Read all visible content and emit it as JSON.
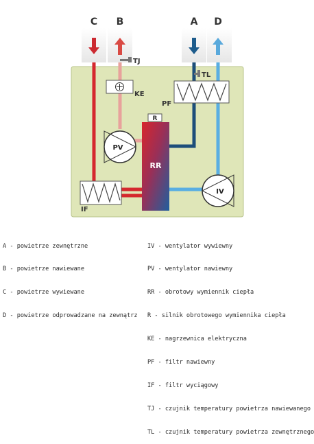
{
  "labels": {
    "columns": {
      "c": "C",
      "b": "B",
      "a": "A",
      "d": "D"
    },
    "tj": "TJ",
    "tl": "TL",
    "ke": "KE",
    "pf": "PF",
    "r": "R",
    "pv": "PV",
    "rr": "RR",
    "iv": "IV",
    "if": "IF"
  },
  "legend_left": [
    "A - powietrze zewnętrzne",
    "B - powietrze nawiewane",
    "C - powietrze wywiewane",
    "D - powietrze odprowadzane na zewnątrz"
  ],
  "legend_right": [
    "IV - wentylator wywiewny",
    "PV - wentylator nawiewny",
    "RR - obrotowy wymiennik ciepła",
    "R - silnik obrotowego wymiennika ciepła",
    "KE - nagrzewnica elektryczna",
    "PF - filtr nawiewny",
    "IF - filtr wyciągowy",
    "TJ - czujnik temperatury powietrza nawiewanego",
    "TL - czujnik temperatury powietrza zewnętrznego"
  ],
  "colors": {
    "housing": "#dfe6b8",
    "housing_border": "#b9c48c",
    "duct_box": "#eeeeee",
    "exhaust_red": "#d5282e",
    "supply_pink": "#e8a29c",
    "outdoor_navy": "#1d4e7a",
    "discharge_blue": "#5aaee2",
    "arrow_c": "#cc2a31",
    "arrow_b": "#d94a44",
    "arrow_a": "#1e5c8c",
    "arrow_d": "#59a9dc"
  }
}
